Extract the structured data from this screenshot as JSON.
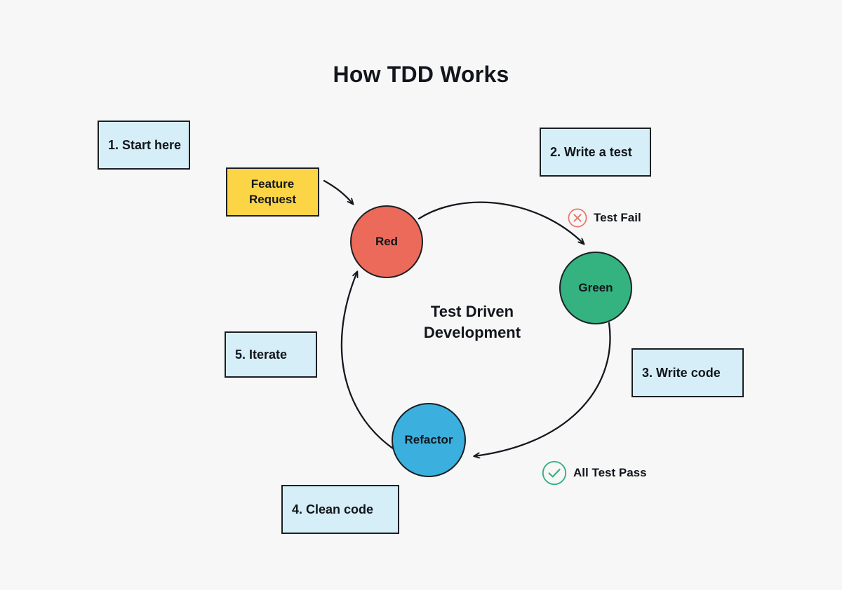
{
  "page": {
    "title": "How TDD Works",
    "background_color": "#f7f7f7"
  },
  "diagram": {
    "center_label": {
      "line1": "Test Driven",
      "line2": "Development"
    },
    "nodes": [
      {
        "id": "red",
        "label": "Red",
        "color": "#ec6a5a",
        "shape": "circle"
      },
      {
        "id": "green",
        "label": "Green",
        "color": "#34b27f",
        "shape": "circle"
      },
      {
        "id": "refactor",
        "label": "Refactor",
        "color": "#3bb0de",
        "shape": "circle"
      }
    ],
    "input": {
      "id": "feature-request",
      "line1": "Feature",
      "line2": "Request",
      "color": "#fcd546",
      "shape": "rectangle"
    },
    "steps": [
      {
        "id": "step-1",
        "label": "1. Start here",
        "color": "#d5eef7"
      },
      {
        "id": "step-2",
        "label": "2. Write a test",
        "color": "#d5eef7"
      },
      {
        "id": "step-3",
        "label": "3. Write code",
        "color": "#d5eef7"
      },
      {
        "id": "step-4",
        "label": "4. Clean code",
        "color": "#d5eef7"
      },
      {
        "id": "step-5",
        "label": "5. Iterate",
        "color": "#d5eef7"
      }
    ],
    "status_markers": [
      {
        "id": "test-fail",
        "label": "Test Fail",
        "icon": "circle-x-icon",
        "color": "#e8756a"
      },
      {
        "id": "all-test-pass",
        "label": "All Test Pass",
        "icon": "circle-check-icon",
        "color": "#34b27f"
      }
    ],
    "arrows": [
      {
        "id": "feature-to-red",
        "from": "feature-request",
        "to": "red",
        "style": "curved"
      },
      {
        "id": "red-to-green",
        "from": "red",
        "to": "green",
        "style": "curved"
      },
      {
        "id": "green-to-refactor",
        "from": "green",
        "to": "refactor",
        "style": "curved"
      },
      {
        "id": "refactor-to-red",
        "from": "refactor",
        "to": "red",
        "style": "curved"
      }
    ]
  }
}
